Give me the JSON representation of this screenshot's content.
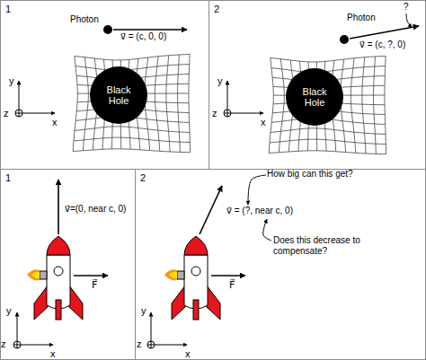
{
  "diagram": {
    "nodes": [
      {
        "text": [
          "1"
        ]
      },
      {
        "text": [
          "Black Hole"
        ],
        "in": 0
      },
      {
        "text": [
          "2"
        ]
      },
      {
        "text": [
          "Black Hole"
        ],
        "in": 2
      },
      {
        "text": [
          "1"
        ]
      },
      {
        "text": [
          "2"
        ]
      }
    ],
    "labels": [
      "Photon",
      "v⃗ = (c, 0, 0)",
      "y",
      "z",
      "x",
      "Photon",
      "?",
      "v⃗ = (c, ?, 0)",
      "y",
      "z",
      "x",
      "v⃗=(0, near c, 0)",
      "F⃗",
      "y",
      "z",
      "x",
      "How big can this get?",
      "v⃗ = (?, near c, 0)",
      "Does this decrease to compensate?",
      "F⃗",
      "y",
      "z",
      "x"
    ]
  }
}
